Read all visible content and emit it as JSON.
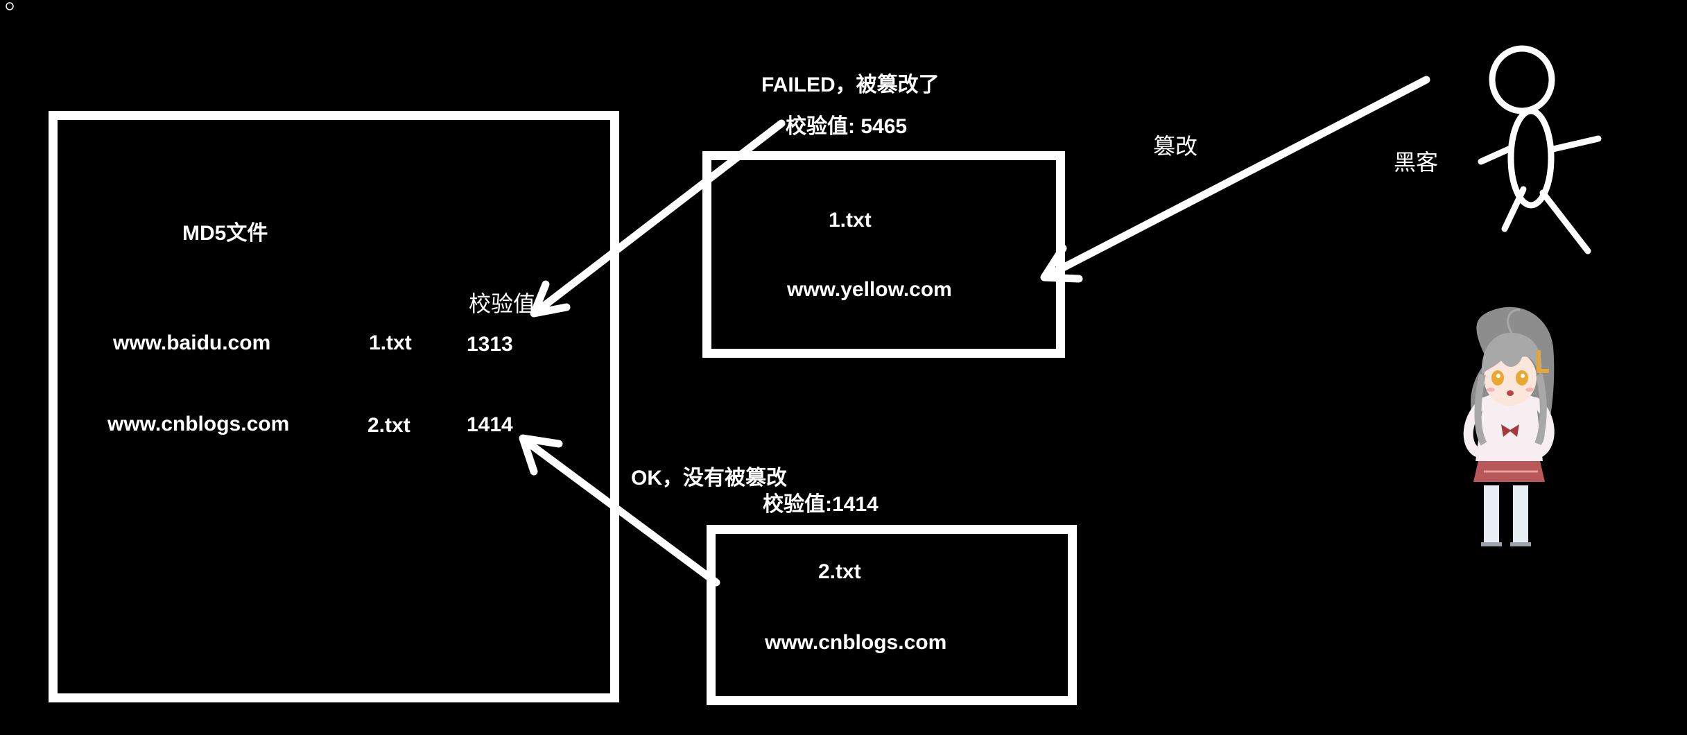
{
  "md5_file": {
    "title": "MD5文件",
    "column_header": "校验值",
    "rows": [
      {
        "url": "www.baidu.com",
        "file": "1.txt",
        "checksum": "1313"
      },
      {
        "url": "www.cnblogs.com",
        "file": "2.txt",
        "checksum": "1414"
      }
    ]
  },
  "tampered_file": {
    "name": "1.txt",
    "content": "www.yellow.com",
    "result": "FAILED，被篡改了",
    "checksum_label": "校验值: 5465"
  },
  "ok_file": {
    "name": "2.txt",
    "content": "www.cnblogs.com",
    "result": "OK，没有被篡改",
    "checksum_label": "校验值:1414"
  },
  "hacker": {
    "label": "黑客",
    "action_label": "篡改"
  },
  "colors": {
    "background": "#000000",
    "foreground": "#ffffff"
  },
  "icons": [
    "stick-figure-icon",
    "anime-character-icon",
    "cursor-circle-icon"
  ]
}
